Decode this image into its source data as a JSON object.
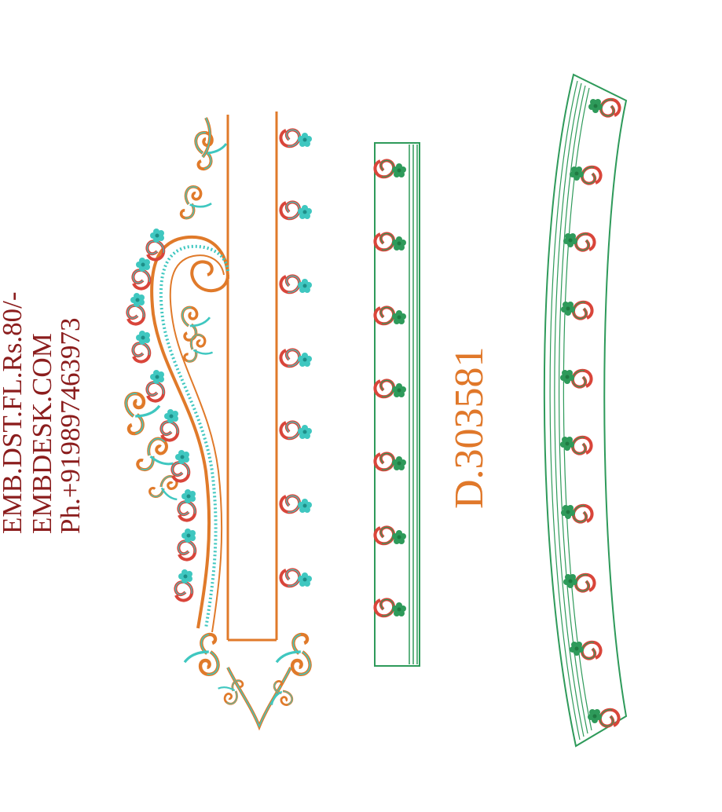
{
  "info": {
    "line1": "EMB.DST.FL.Rs.80/-",
    "line2": "EMBDESK.COM",
    "line3": "Ph.+919897463973"
  },
  "design_code": "D.303581",
  "colors": {
    "text_dark_red": "#8b1d1d",
    "code_orange": "#e0782a",
    "orange": "#e07a2a",
    "turquoise": "#3fc7c0",
    "red": "#d9453a",
    "green": "#2e9a5a",
    "dark_green": "#1f7a42"
  },
  "icons": {
    "motif": "paisley-flower-icon",
    "swirl": "scroll-swirl-icon"
  }
}
